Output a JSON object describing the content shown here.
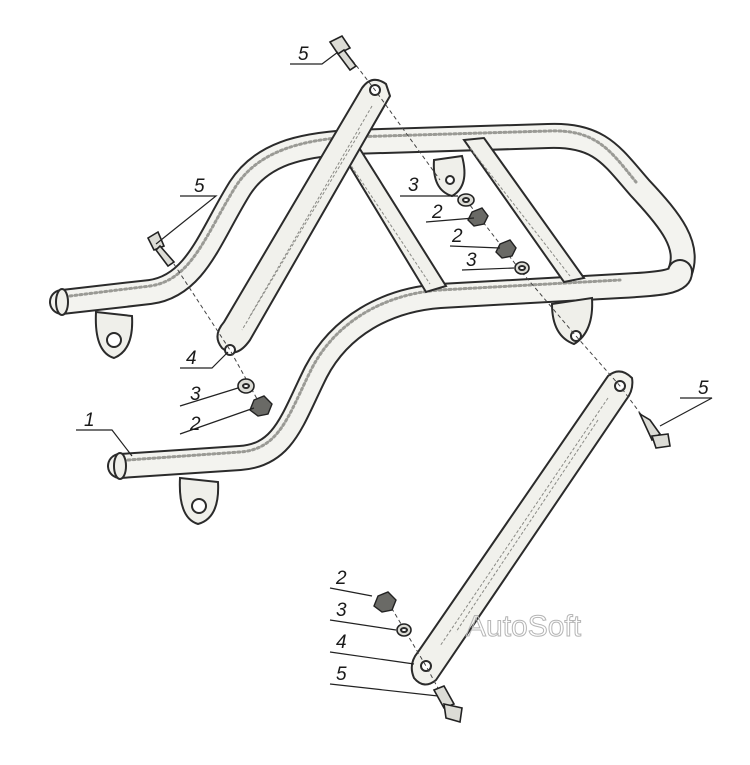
{
  "callouts": [
    {
      "id": "c5a",
      "label": "5"
    },
    {
      "id": "c5b",
      "label": "5"
    },
    {
      "id": "c3a",
      "label": "3"
    },
    {
      "id": "c2a",
      "label": "2"
    },
    {
      "id": "c2b",
      "label": "2"
    },
    {
      "id": "c3b",
      "label": "3"
    },
    {
      "id": "c4a",
      "label": "4"
    },
    {
      "id": "c3c",
      "label": "3"
    },
    {
      "id": "c2c",
      "label": "2"
    },
    {
      "id": "c1",
      "label": "1"
    },
    {
      "id": "c5c",
      "label": "5"
    },
    {
      "id": "c2d",
      "label": "2"
    },
    {
      "id": "c3d",
      "label": "3"
    },
    {
      "id": "c4b",
      "label": "4"
    },
    {
      "id": "c5d",
      "label": "5"
    }
  ],
  "watermark": "AutoSoft"
}
